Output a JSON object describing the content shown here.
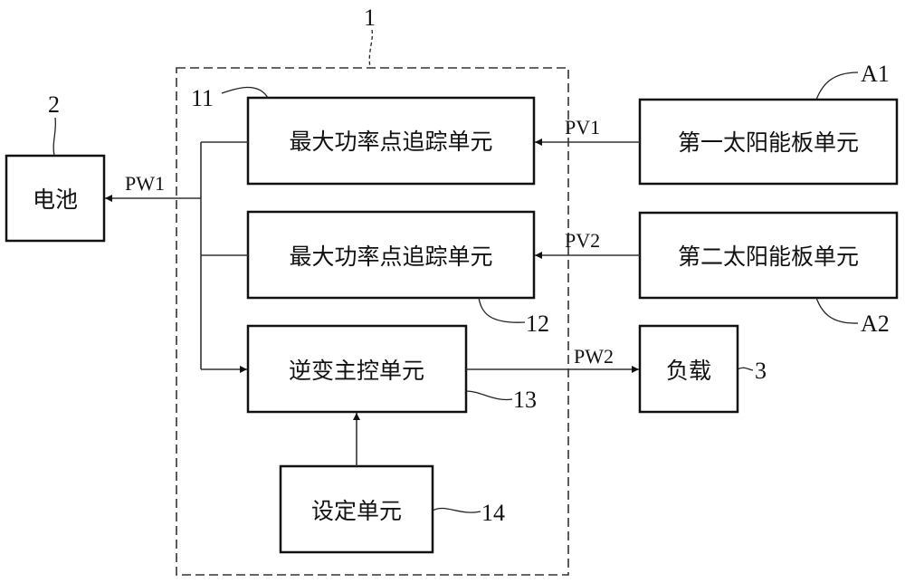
{
  "diagram": {
    "type": "block-diagram",
    "container": {
      "ref": "1"
    },
    "blocks": {
      "mppt1": {
        "ref": "11",
        "label": "最大功率点追踪单元"
      },
      "mppt2": {
        "ref": "12",
        "label": "最大功率点追踪单元"
      },
      "inverter": {
        "ref": "13",
        "label": "逆变主控单元"
      },
      "setting": {
        "ref": "14",
        "label": "设定单元"
      },
      "battery": {
        "ref": "2",
        "label": "电池"
      },
      "solar1": {
        "ref": "A1",
        "label": "第一太阳能板单元"
      },
      "solar2": {
        "ref": "A2",
        "label": "第二太阳能板单元"
      },
      "load": {
        "ref": "3",
        "label": "负载"
      }
    },
    "signals": {
      "pv1": "PV1",
      "pv2": "PV2",
      "pw1": "PW1",
      "pw2": "PW2"
    },
    "connections": [
      {
        "from": "solar1",
        "to": "mppt1",
        "signal": "PV1"
      },
      {
        "from": "solar2",
        "to": "mppt2",
        "signal": "PV2"
      },
      {
        "from": "mppt1",
        "to": "battery",
        "signal": "PW1"
      },
      {
        "from": "mppt2",
        "to": "battery",
        "signal": "PW1"
      },
      {
        "from": "mppt1",
        "to": "inverter"
      },
      {
        "from": "inverter",
        "to": "load",
        "signal": "PW2"
      },
      {
        "from": "setting",
        "to": "inverter"
      }
    ]
  }
}
